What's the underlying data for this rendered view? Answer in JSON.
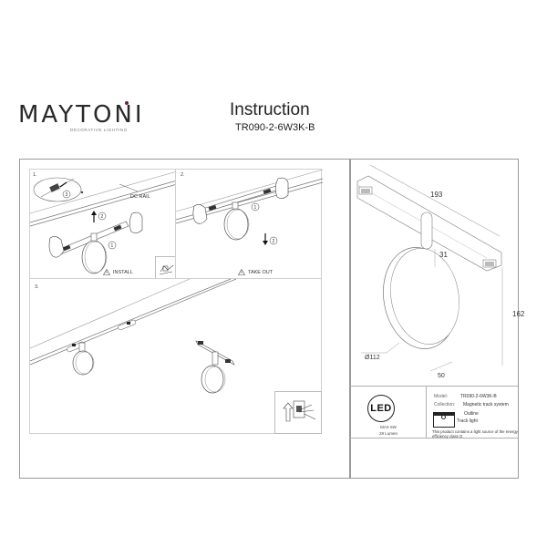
{
  "header": {
    "brand": "MAYTONI",
    "brand_tagline": "DECORATIVE LIGHTING",
    "title": "Instruction",
    "model_code": "TR090-2-6W3K-B",
    "brand_accent_color": "#6b1d54"
  },
  "steps": [
    {
      "number": "1.",
      "labels": {
        "rail": "DC RAIL",
        "callouts": [
          "①",
          "②",
          "③"
        ]
      },
      "warning_icon": "warning-triangle-icon",
      "caption": "INSTALL"
    },
    {
      "number": "2.",
      "labels": {
        "callouts": [
          "①",
          "②"
        ]
      },
      "warning_icon": "warning-triangle-icon",
      "caption": "TAKE OUT"
    },
    {
      "number": "3."
    }
  ],
  "dimensions": {
    "length": "193",
    "stem": "31",
    "height": "162",
    "diameter": "Ø112",
    "depth": "50"
  },
  "led_badge": {
    "label": "LED",
    "power": "MAX 6W",
    "lumen": "28 Lumen"
  },
  "product_info": {
    "model_key": "Model:",
    "model_value": "TR090-2-6W3K-B",
    "collection_key": "Collection:",
    "collection_value": "Magnetic track system",
    "outline_label": "Outline",
    "type_label": "Track light",
    "energy_note": "This product contains a light source of the energy efficiency class G"
  }
}
